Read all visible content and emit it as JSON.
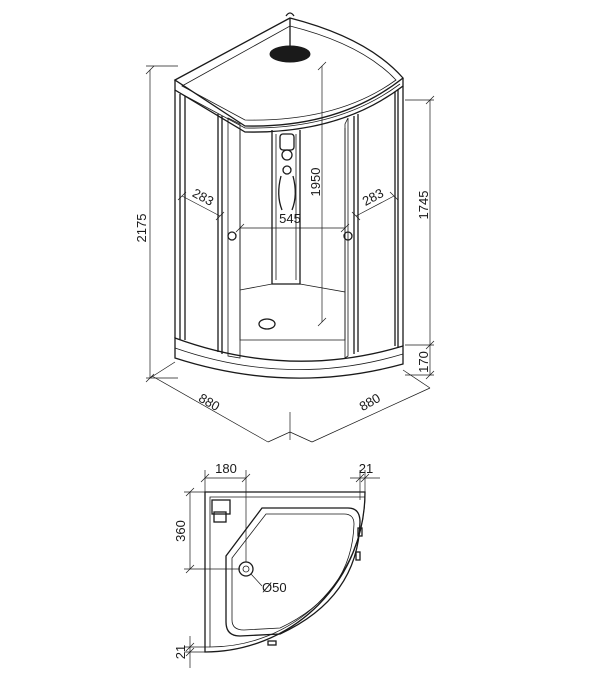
{
  "dimensions": {
    "total_height": "2175",
    "cabin_height": "1745",
    "inner_height": "1950",
    "tray_height": "170",
    "width_left": "880",
    "width_right": "880",
    "side_panel_left": "283",
    "side_panel_right": "283",
    "door_opening": "545"
  },
  "plan_dimensions": {
    "drain_offset_x": "180",
    "frame_offset_top": "21",
    "drain_offset_y": "360",
    "frame_offset_bottom": "21",
    "drain_diameter": "Ø50"
  }
}
